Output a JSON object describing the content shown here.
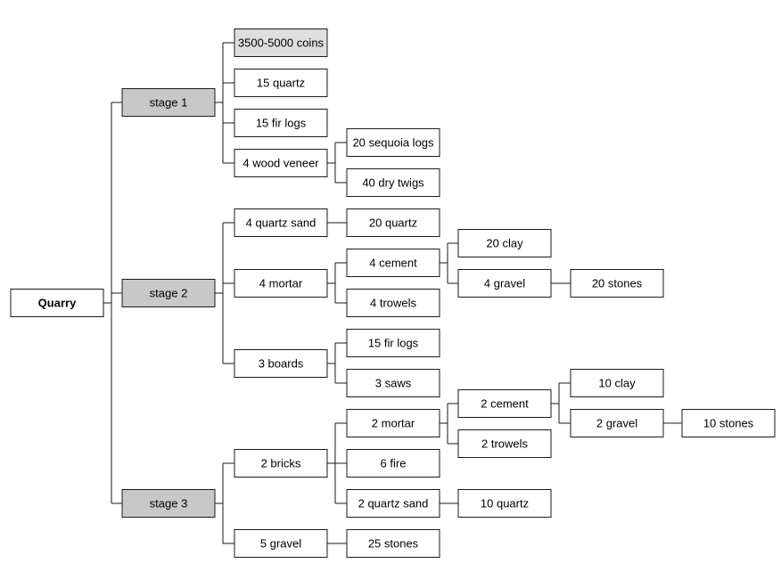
{
  "colors": {
    "stage_fill": "#c8c8c8",
    "highlight_fill": "#dedede",
    "node_fill": "#ffffff",
    "stroke": "#1a1a1a"
  },
  "tree": {
    "label": "Quarry",
    "style": "root",
    "id": "quarry",
    "children": [
      {
        "label": "stage 1",
        "style": "stage",
        "id": "stage-1",
        "children": [
          {
            "label": "3500-5000  coins",
            "style": "highlight",
            "id": "coins"
          },
          {
            "label": "15 quartz",
            "id": "s1-quartz"
          },
          {
            "label": "15 fir logs",
            "id": "s1-fir-logs"
          },
          {
            "label": "4 wood veneer",
            "id": "wood-veneer",
            "children": [
              {
                "label": "20 sequoia logs",
                "id": "sequoia-logs"
              },
              {
                "label": "40 dry twigs",
                "id": "dry-twigs"
              }
            ]
          }
        ]
      },
      {
        "label": "stage 2",
        "style": "stage",
        "id": "stage-2",
        "children": [
          {
            "label": "4 quartz sand",
            "id": "s2-quartz-sand",
            "children": [
              {
                "label": "20 quartz",
                "id": "s2-quartz"
              }
            ]
          },
          {
            "label": "4 mortar",
            "id": "s2-mortar",
            "children": [
              {
                "label": "4 cement",
                "id": "s2-cement",
                "children": [
                  {
                    "label": "20 clay",
                    "id": "s2-clay"
                  },
                  {
                    "label": "4 gravel",
                    "id": "s2-gravel",
                    "children": [
                      {
                        "label": "20 stones",
                        "id": "s2-stones"
                      }
                    ]
                  }
                ]
              },
              {
                "label": "4 trowels",
                "id": "s2-trowels"
              }
            ]
          },
          {
            "label": "3 boards",
            "id": "s2-boards",
            "children": [
              {
                "label": "15 fir logs",
                "id": "s2-fir-logs"
              },
              {
                "label": "3 saws",
                "id": "s2-saws"
              }
            ]
          }
        ]
      },
      {
        "label": "stage 3",
        "style": "stage",
        "id": "stage-3",
        "children": [
          {
            "label": "2 bricks",
            "id": "s3-bricks",
            "children": [
              {
                "label": "2 mortar",
                "id": "s3-mortar",
                "children": [
                  {
                    "label": "2 cement",
                    "id": "s3-cement",
                    "children": [
                      {
                        "label": "10 clay",
                        "id": "s3-clay"
                      },
                      {
                        "label": "2 gravel",
                        "id": "s3-cement-gravel",
                        "children": [
                          {
                            "label": "10 stones",
                            "id": "s3-cement-stones"
                          }
                        ]
                      }
                    ]
                  },
                  {
                    "label": "2 trowels",
                    "id": "s3-trowels"
                  }
                ]
              },
              {
                "label": "6 fire",
                "id": "s3-fire"
              },
              {
                "label": "2 quartz sand",
                "id": "s3-quartz-sand",
                "children": [
                  {
                    "label": "10 quartz",
                    "id": "s3-quartz"
                  }
                ]
              }
            ]
          },
          {
            "label": "5 gravel",
            "id": "s3-gravel",
            "children": [
              {
                "label": "25 stones",
                "id": "s3-stones"
              }
            ]
          }
        ]
      }
    ]
  }
}
